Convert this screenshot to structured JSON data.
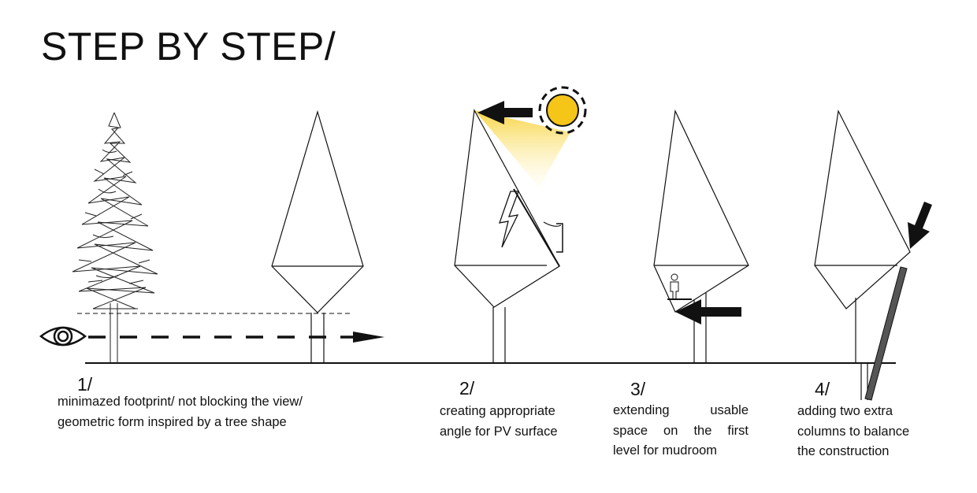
{
  "title": "STEP BY STEP/",
  "steps": [
    {
      "number": "1/",
      "lines": [
        "minimazed footprint/ not blocking the view/",
        "geometric form inspired by a tree shape"
      ]
    },
    {
      "number": "2/",
      "lines": [
        "creating appropriate",
        "angle for PV surface"
      ]
    },
    {
      "number": "3/",
      "lines": [
        "extending usable",
        "space on the first",
        "level for mudroom"
      ]
    },
    {
      "number": "4/",
      "lines": [
        "adding two extra",
        "columns to balance",
        "the construction"
      ]
    }
  ],
  "icons": [
    "tree-icon",
    "eye-icon",
    "sun-icon",
    "lightning-icon",
    "person-icon",
    "arrow-icon"
  ],
  "colors": {
    "sun": "#f5c518",
    "sun_glow": "#fbe27a",
    "line": "#111111",
    "column": "#555555"
  }
}
